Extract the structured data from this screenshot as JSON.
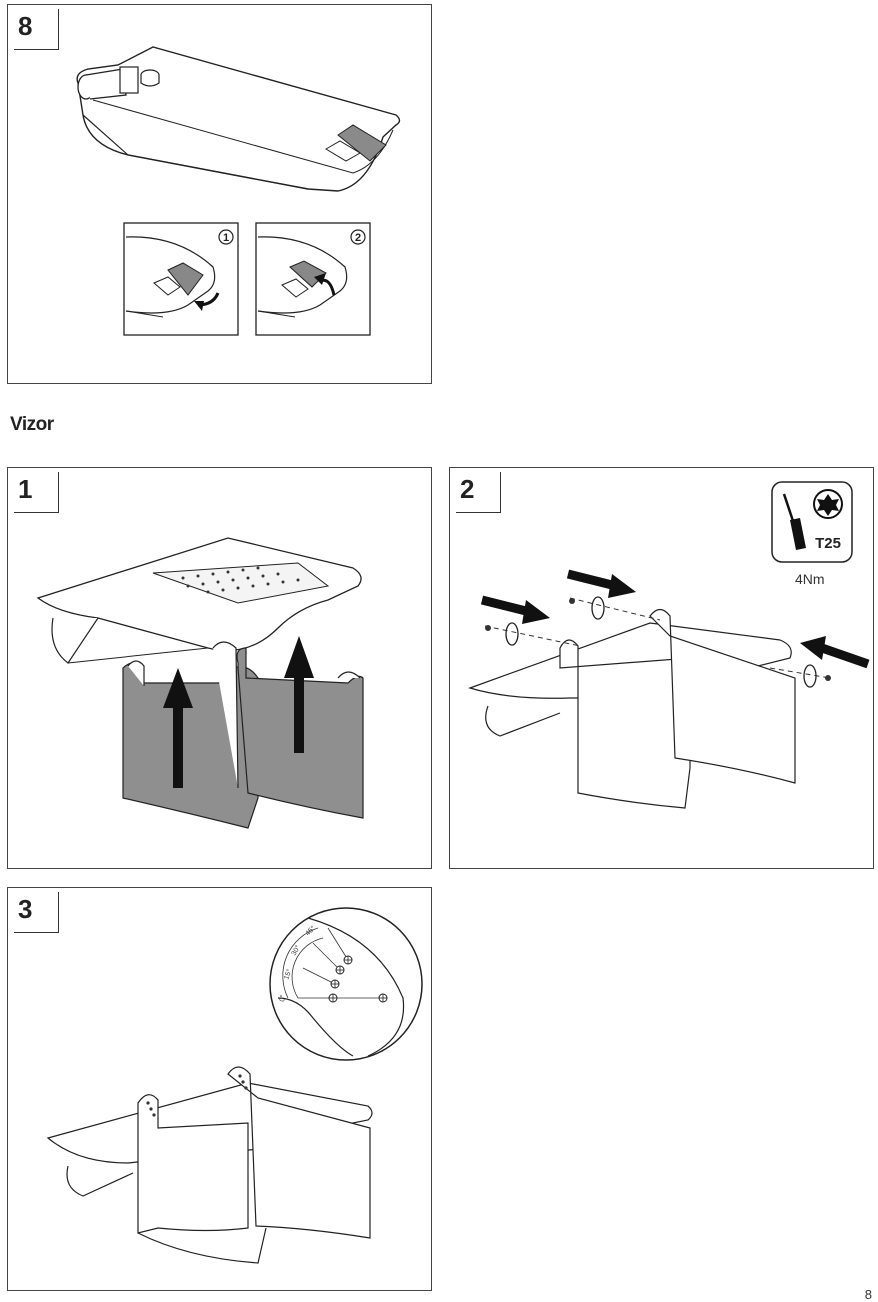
{
  "steps": {
    "step8": {
      "number": "8",
      "sub1": "1",
      "sub2": "2"
    },
    "section_title": "Vizor",
    "step1": {
      "number": "1"
    },
    "step2": {
      "number": "2",
      "tool_label": "T25",
      "torque": "4Nm"
    },
    "step3": {
      "number": "3",
      "angles": [
        "0°",
        "15°",
        "30°",
        "45°"
      ]
    }
  },
  "page_number": "8",
  "icons": [
    "screwdriver-icon",
    "torx-icon",
    "arrow-icon",
    "rotate-icon"
  ]
}
